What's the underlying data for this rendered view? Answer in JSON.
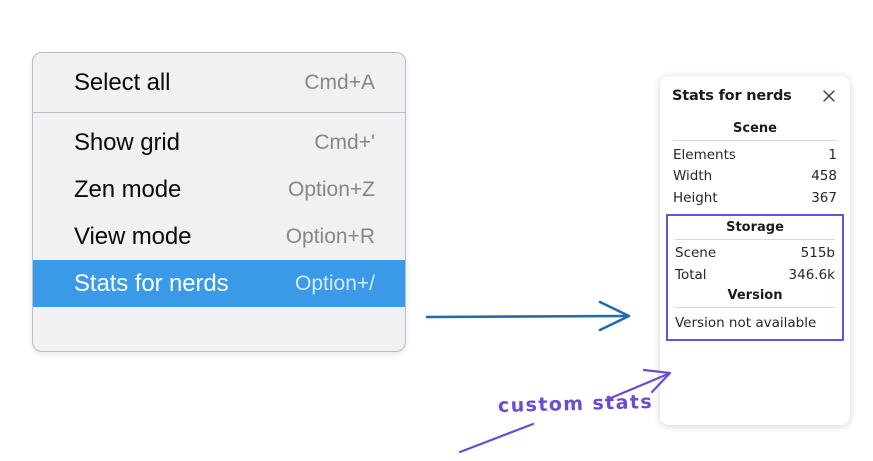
{
  "context_menu": {
    "name": "canvas-context-menu",
    "groups": [
      {
        "items": [
          {
            "label": "Select all",
            "shortcut": "Cmd+A",
            "selected": false
          }
        ]
      },
      {
        "items": [
          {
            "label": "Show grid",
            "shortcut": "Cmd+'",
            "selected": false
          },
          {
            "label": "Zen mode",
            "shortcut": "Option+Z",
            "selected": false
          },
          {
            "label": "View mode",
            "shortcut": "Option+R",
            "selected": false
          },
          {
            "label": "Stats for nerds",
            "shortcut": "Option+/",
            "selected": true
          }
        ]
      }
    ],
    "highlight_color": "#3b9ae8"
  },
  "stats_panel": {
    "title": "Stats for nerds",
    "close_icon": "close-icon",
    "scene": {
      "heading": "Scene",
      "rows": [
        {
          "key": "Elements",
          "value": "1"
        },
        {
          "key": "Width",
          "value": "458"
        },
        {
          "key": "Height",
          "value": "367"
        }
      ]
    },
    "storage": {
      "heading": "Storage",
      "rows": [
        {
          "key": "Scene",
          "value": "515b"
        },
        {
          "key": "Total",
          "value": "346.6k"
        }
      ]
    },
    "version": {
      "heading": "Version",
      "note": "Version not available"
    },
    "highlight_color": "#6d4fd8"
  },
  "annotations": {
    "handwritten_label": "custom stats",
    "arrow_blue_color": "#1f6bb0",
    "arrow_purple_color": "#6a4bd4"
  }
}
